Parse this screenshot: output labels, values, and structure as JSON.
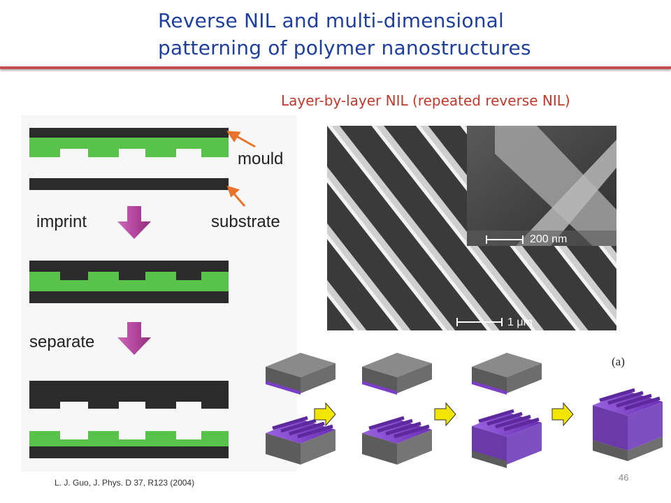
{
  "slide": {
    "title_line1": "Reverse NIL and multi-dimensional",
    "title_line2": "patterning of polymer nanostructures",
    "subtitle": "Layer-by-layer NIL (repeated reverse NIL)",
    "citation": "L. J. Guo, J. Phys. D 37, R123 (2004)",
    "page_number": "46"
  },
  "process_diagram": {
    "label_mould": "mould",
    "label_substrate": "substrate",
    "label_imprint": "imprint",
    "label_separate": "separate"
  },
  "sem_image": {
    "inset_scale": "200 nm",
    "main_scale": "1 μm"
  },
  "layer_diagram": {
    "panel_label": "(a)"
  },
  "colors": {
    "title": "#1f3fa0",
    "subtitle": "#c0392b",
    "rule": "#c0504d",
    "polymer_green": "#59c24a",
    "mould_dark": "#2b2b2b",
    "arrow_magenta": "#b5479f",
    "polymer_purple": "#7a3fc4",
    "step_arrow_yellow": "#f2e600"
  }
}
